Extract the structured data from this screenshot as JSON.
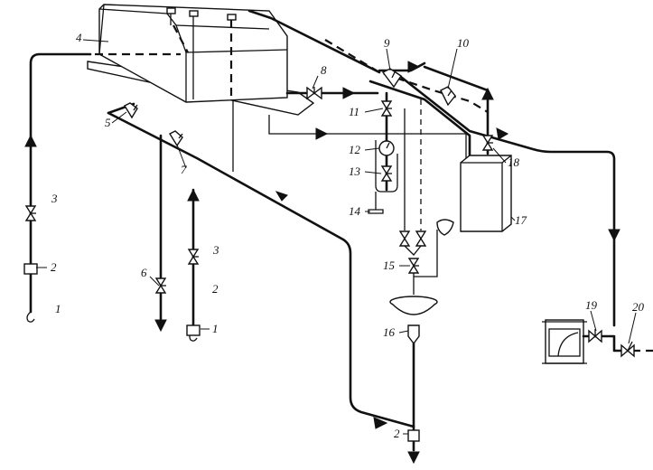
{
  "labels": {
    "l1": "1",
    "l2": "2",
    "l3": "3",
    "l4": "4",
    "l5": "5",
    "l6": "6",
    "l7": "7",
    "l8": "8",
    "l9": "9",
    "l10": "10",
    "l11": "11",
    "l12": "12",
    "l13": "13",
    "l14": "14",
    "l15": "15",
    "l16": "16",
    "l17": "17",
    "l18": "18",
    "l19": "19",
    "l20": "20"
  },
  "colors": {
    "ink": "#111111",
    "paper": "#ffffff"
  }
}
